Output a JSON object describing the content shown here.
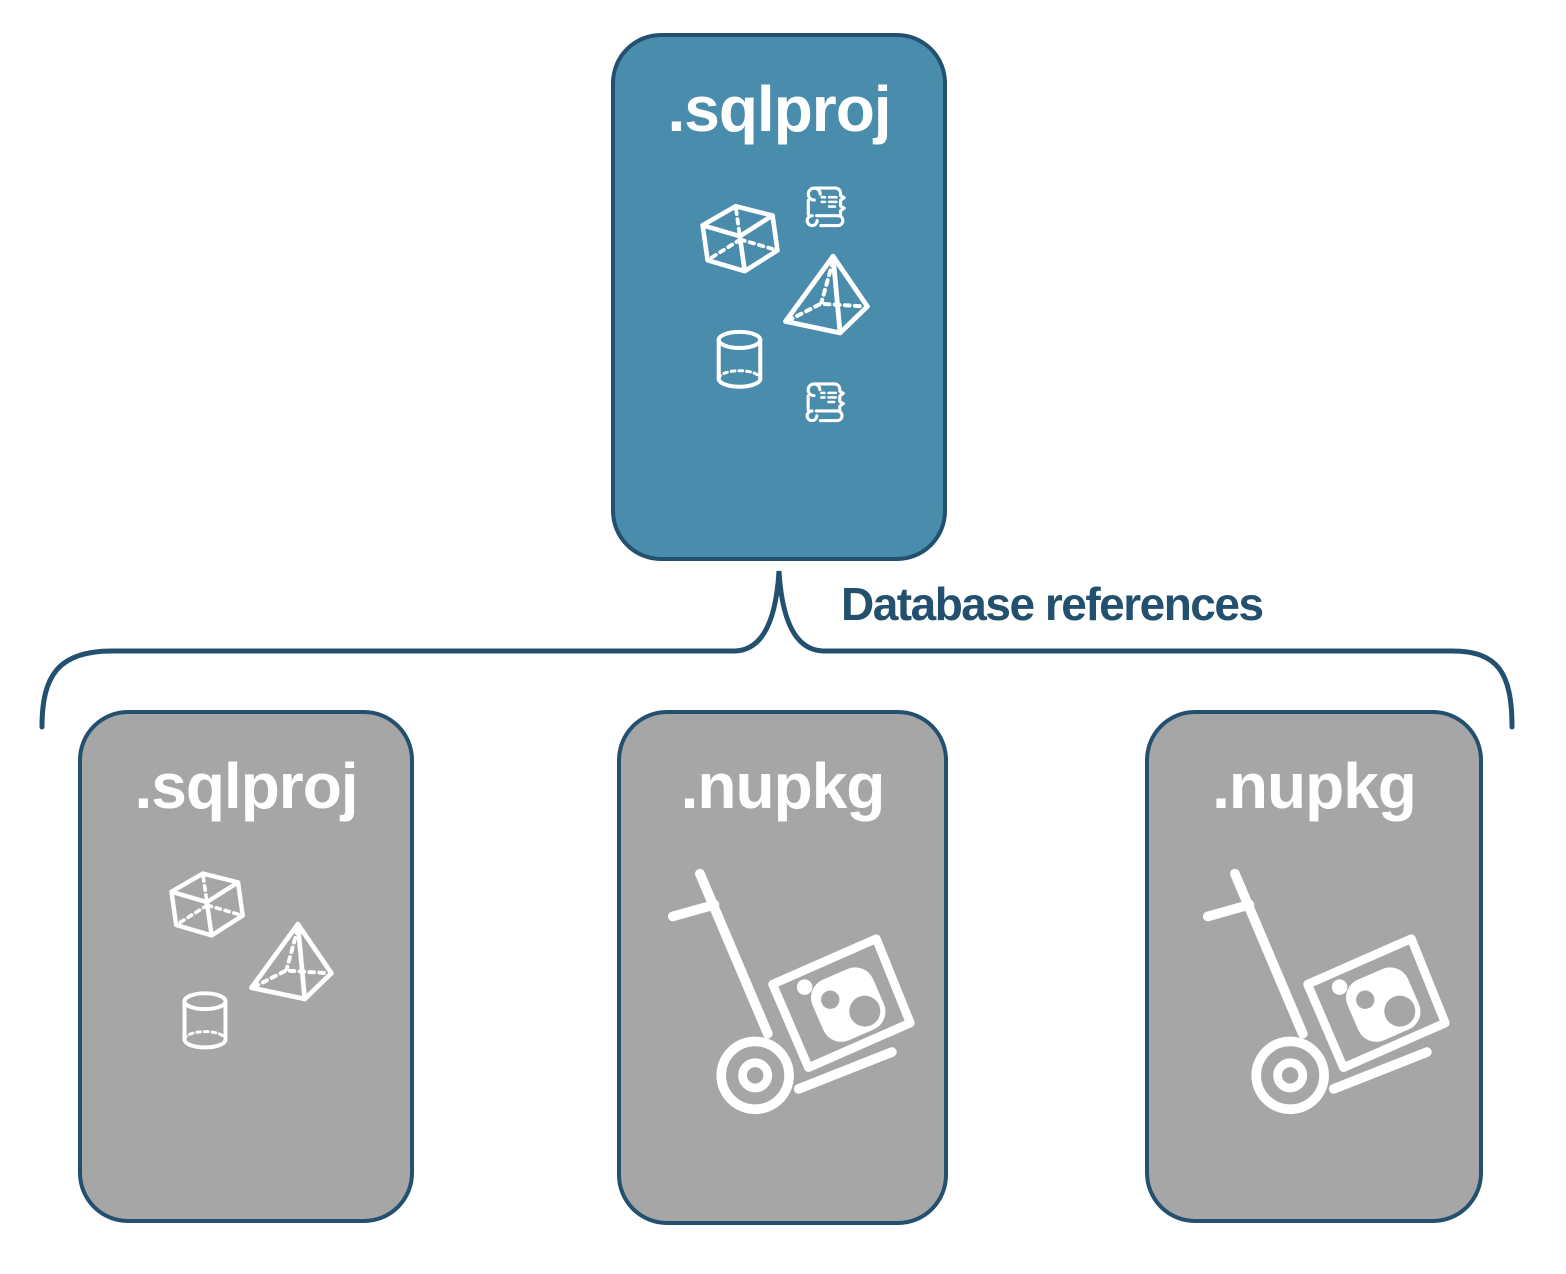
{
  "diagram": {
    "root": {
      "label": ".sqlproj"
    },
    "connector": {
      "label": "Database references"
    },
    "children": [
      {
        "label": ".sqlproj"
      },
      {
        "label": ".nupkg"
      },
      {
        "label": ".nupkg"
      }
    ],
    "icons": {
      "root": [
        "script-scroll-icon",
        "cube-icon",
        "pyramid-icon",
        "cylinder-icon",
        "script-scroll-icon"
      ],
      "child_sqlproj": [
        "cube-icon",
        "pyramid-icon",
        "cylinder-icon"
      ],
      "child_nupkg": [
        "hand-truck-package-icon"
      ]
    },
    "colors": {
      "root_fill": "#4A8CAB",
      "child_fill": "#A6A6A6",
      "line": "#23506F",
      "icon": "#FFFFFF",
      "background": "#FFFFFF"
    }
  }
}
